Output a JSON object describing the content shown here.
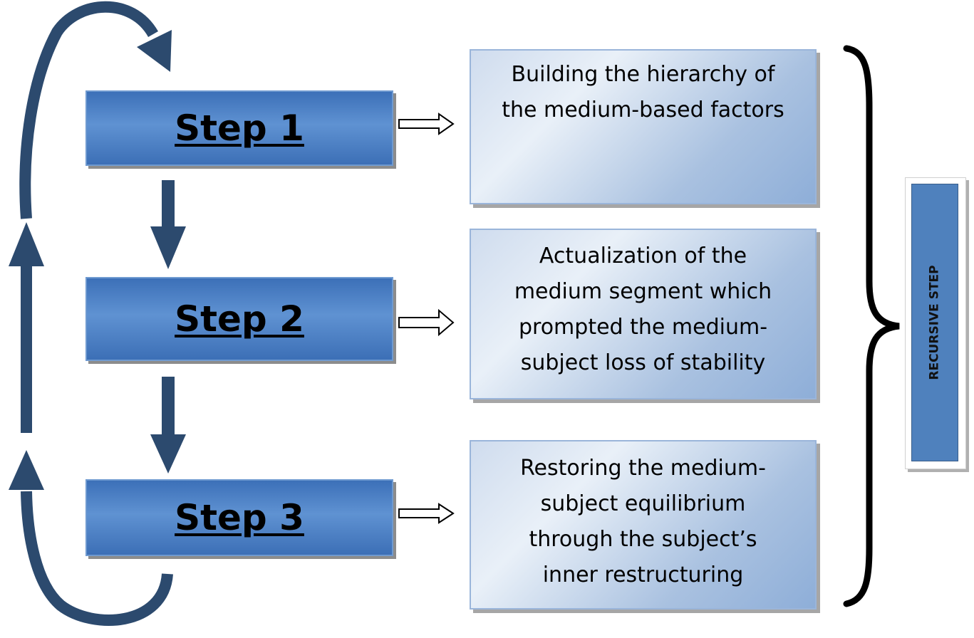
{
  "steps": [
    {
      "label": "Step 1"
    },
    {
      "label": "Step 2"
    },
    {
      "label": "Step 3"
    }
  ],
  "descriptions": [
    {
      "lines": [
        "Building the hierarchy of",
        "the medium-based factors"
      ]
    },
    {
      "lines": [
        "Actualization of the",
        "medium segment which",
        "prompted the medium-",
        "subject loss of stability"
      ]
    },
    {
      "lines": [
        "Restoring the medium-",
        "subject equilibrium",
        "through the subject’s",
        "inner restructuring"
      ]
    }
  ],
  "recursive": {
    "label": "RECURSIVE STEP"
  },
  "colors": {
    "arrow": "#2c4a6e",
    "step_fill": "#4f81bd",
    "description_fill": "#c6d6ec",
    "recursive_fill": "#4f81bd"
  }
}
